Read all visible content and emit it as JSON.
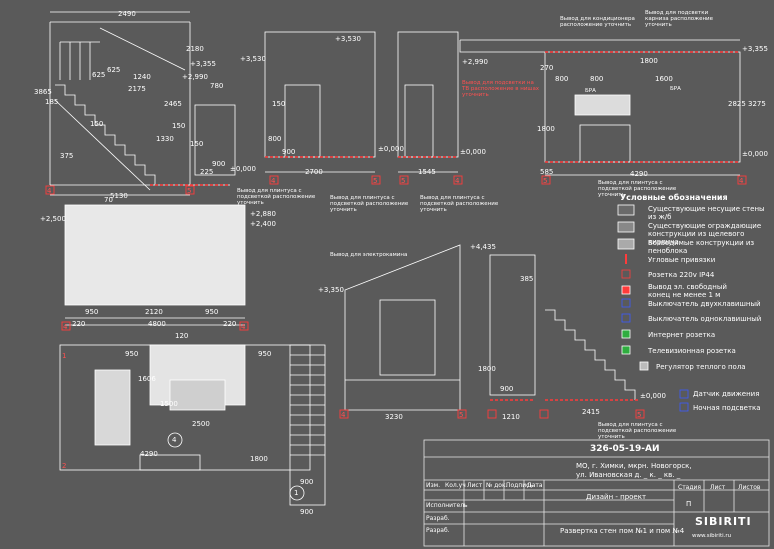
{
  "elevations": {
    "e1": {
      "dims": [
        "2490",
        "2180",
        "625",
        "625",
        "1240",
        "2175",
        "3865",
        "150",
        "185",
        "2465",
        "225",
        "1330",
        "375",
        "150",
        "900",
        "5130",
        "780",
        "150"
      ],
      "levels": [
        "+3,355",
        "+2,990",
        "+3,530",
        "±0,000"
      ],
      "markers": [
        "4",
        "5"
      ],
      "note": "Вывод для плинтуса с подсветкой расположение уточнить"
    },
    "e2": {
      "dims": [
        "150",
        "2700",
        "800",
        "900"
      ],
      "levels": [
        "+3,530",
        "±0,000"
      ],
      "markers": [
        "4",
        "5"
      ],
      "note": "Вывод для плинтуса с подсветкой расположение уточнить"
    },
    "e3": {
      "dims": [
        "1545"
      ],
      "levels": [
        "±0,000"
      ],
      "markers": [
        "5",
        "4"
      ],
      "note": "Вывод для плинтуса с подсветкой расположение уточнить"
    },
    "e4": {
      "dims": [
        "1800",
        "270",
        "800",
        "800",
        "1600",
        "3275",
        "2825",
        "1800",
        "585",
        "4290"
      ],
      "levels": [
        "+3,355",
        "+2,990",
        "±0,000"
      ],
      "labels": [
        "БРА",
        "БРА"
      ],
      "markers": [
        "5",
        "4"
      ],
      "notes": [
        "Вывод для кондиционера расположение уточнить",
        "Вывод для подсветки карниза расположение уточнить",
        "Вывод для подсветки на ТВ расположение в нишах уточнить",
        "Вывод для плинтуса с подсветкой расположение уточнить"
      ]
    },
    "e5": {
      "dims": [
        "950",
        "2120",
        "950",
        "220",
        "4800",
        "220",
        "70"
      ],
      "levels": [
        "+2,500",
        "+2,880",
        "+2,400"
      ],
      "markers": [
        "4",
        "4",
        "1",
        "2"
      ]
    },
    "e6": {
      "dims": [
        "3230",
        "385",
        "1210",
        "1800",
        "900",
        "2415"
      ],
      "levels": [
        "+4,435",
        "+3,350",
        "±0,000"
      ],
      "markers": [
        "4",
        "5",
        "5"
      ],
      "notes": [
        "Вывод для электрокамина",
        "Вывод для плинтуса с подсветкой расположение уточнить"
      ]
    }
  },
  "plan": {
    "dims": [
      "950",
      "950",
      "120",
      "1606",
      "2500",
      "1500",
      "4290",
      "1800",
      "900",
      "900"
    ],
    "room": "4",
    "stair": "1"
  },
  "legend": {
    "title": "Условные обозначения",
    "items": [
      "Существующие несущие стены из ж/б",
      "Существующие ограждающие конструкции из щелевого кирпича",
      "Возводимые конструкции из пеноблока",
      "Угловые привязки",
      "Розетка 220v IP44",
      "Вывод эл. свободный конец не менее 1 м",
      "Выключатель двухклавишный",
      "Выключатель одноклавишный",
      "Интернет розетка",
      "Телевизионная розетка",
      "Регулятор теплого пола",
      "Датчик движения",
      "Ночная подсветка"
    ]
  },
  "stamp": {
    "code": "326-05-19-АИ",
    "address1": "МО, г. Химки, мкрн. Новогорск,",
    "address2": "ул. Ивановская д. _ к. _ кв. _",
    "cols": [
      "Изм.",
      "Кол.уч",
      "Лист",
      "№ док.",
      "Подпись",
      "Дата"
    ],
    "rows": [
      "Исполнитель",
      "Разраб.",
      "Разраб."
    ],
    "design": "Дизайн - проект",
    "stage_h": "Стадия",
    "sheet_h": "Лист",
    "sheets_h": "Листов",
    "stage": "П",
    "drawing": "Развертка стен пом №1 и пом №4",
    "logo": "SIBIRITI",
    "site": "www.sibiriti.ru"
  },
  "colors": {
    "bg": "#5a5a5a",
    "line": "#ffffff",
    "red": "#ff3b3b",
    "blue": "#3b5bff",
    "green": "#2fae3f"
  }
}
